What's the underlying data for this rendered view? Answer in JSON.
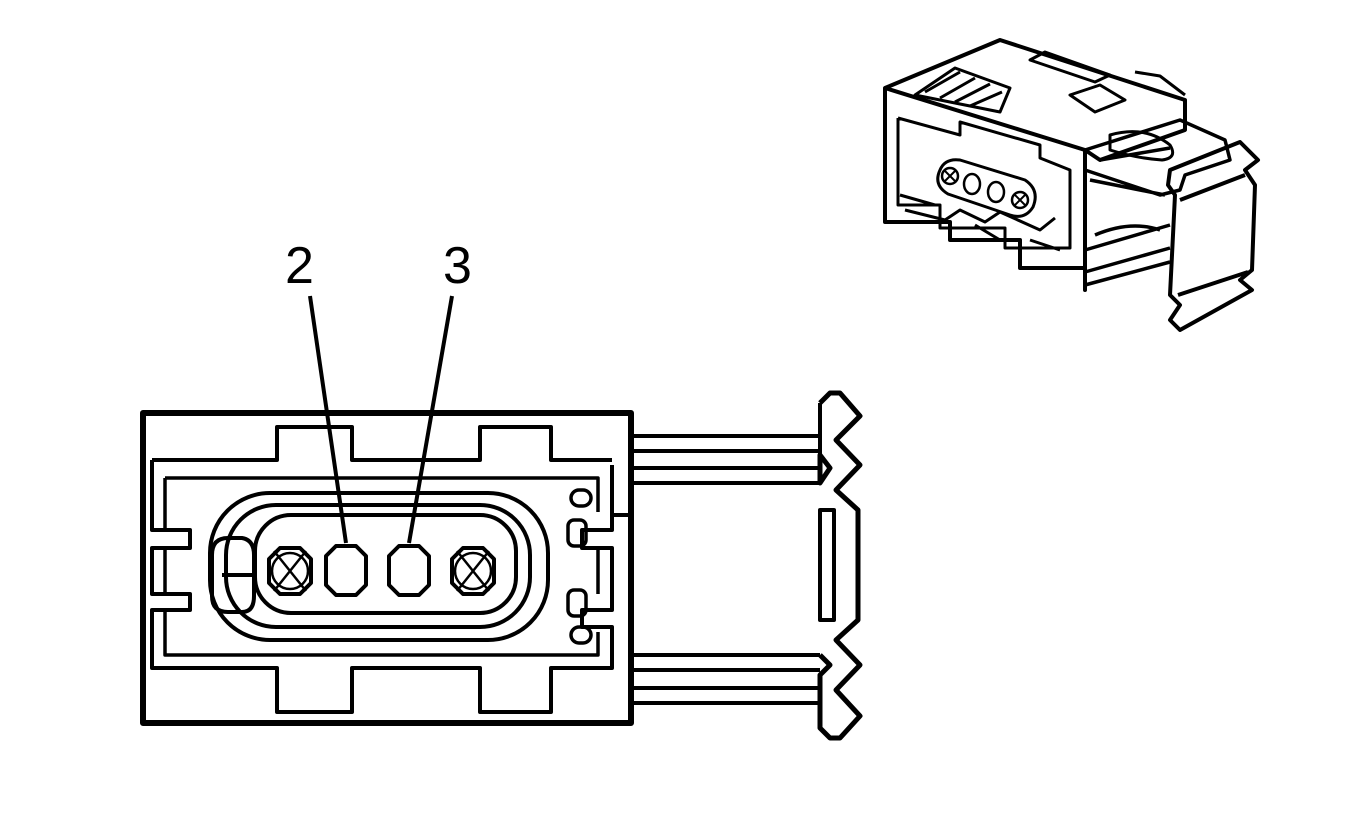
{
  "diagram": {
    "callouts": [
      {
        "id": "pin-2",
        "label": "2"
      },
      {
        "id": "pin-3",
        "label": "3"
      }
    ],
    "pins": [
      {
        "id": "pin-1",
        "state": "unused"
      },
      {
        "id": "pin-2",
        "state": "used"
      },
      {
        "id": "pin-3",
        "state": "used"
      },
      {
        "id": "pin-4",
        "state": "unused"
      }
    ],
    "colors": {
      "line": "#000000",
      "background": "#ffffff"
    }
  }
}
